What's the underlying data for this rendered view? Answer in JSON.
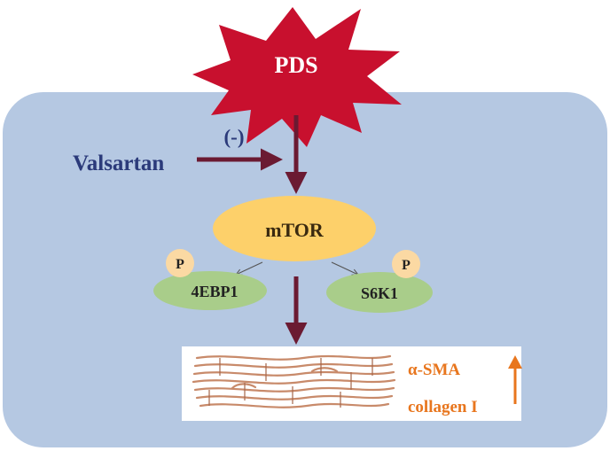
{
  "stimulus": {
    "label": "PDS",
    "fill": "#c8102e"
  },
  "inhibitor": {
    "label": "Valsartan",
    "effect": "(-)",
    "color": "#2b3a7a"
  },
  "kinase": {
    "label": "mTOR",
    "fill": "#fdd06a"
  },
  "phosphate_left": {
    "label": "P"
  },
  "phosphate_right": {
    "label": "P"
  },
  "substrate_left": {
    "label": "4EBP1",
    "fill": "#a9cd8a"
  },
  "substrate_right": {
    "label": "S6K1",
    "fill": "#a9cd8a"
  },
  "markers": {
    "line1": "α-SMA",
    "line2": "collagen I",
    "direction": "up-arrow-icon",
    "color": "#e8761e"
  },
  "colors": {
    "cell": "#b5c8e2",
    "arrow": "#6b1a32",
    "fiber": "#c88a6a"
  }
}
